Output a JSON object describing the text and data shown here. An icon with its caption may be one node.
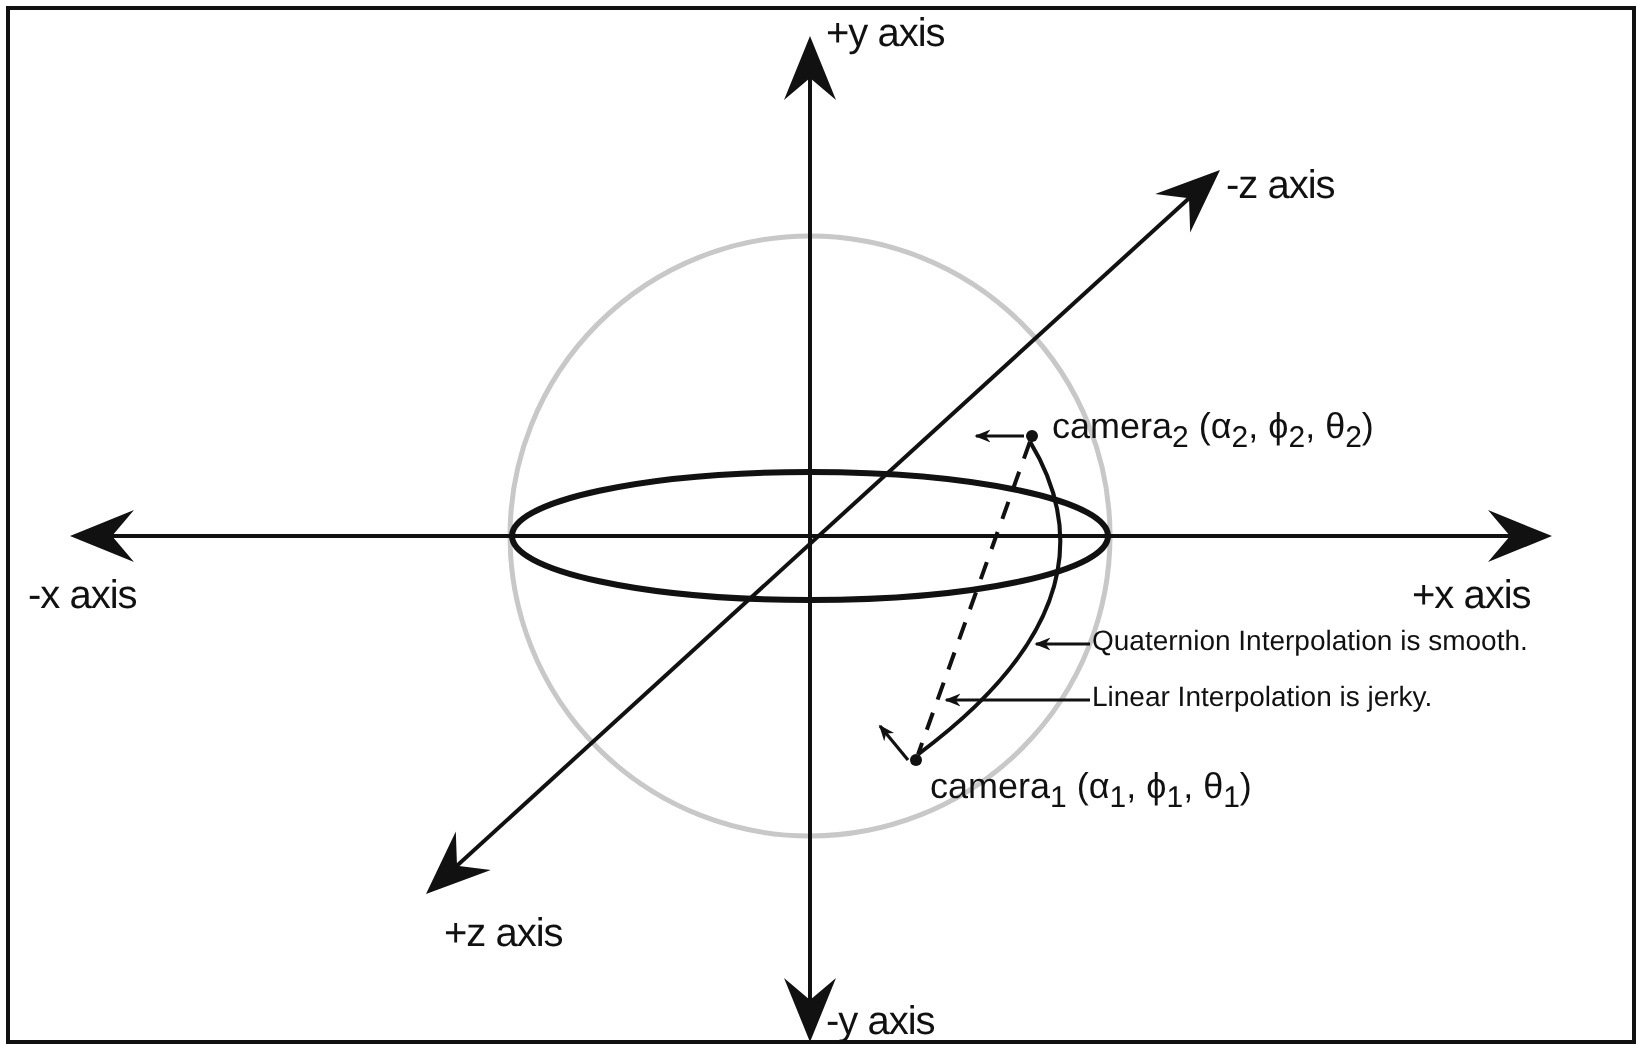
{
  "diagram": {
    "nodes": [
      {
        "text": [],
        "shape": "circle",
        "beside": [
          "camera$_{2}$ (α$_{2}$, ϕ$_{2}$, θ$_{2}$)"
        ]
      },
      {
        "text": [
          "Quaternion Interpolation is smooth."
        ]
      },
      {
        "text": [
          "Linear Interpolation is jerky."
        ]
      },
      {
        "text": [],
        "shape": "circle",
        "beside": [
          "camera$_{1}$ (α$_{1}$, ϕ$_{1}$, θ$_{1}$)"
        ]
      }
    ],
    "edges": [
      {
        "from": 0,
        "to": 3,
        "arrow": "none"
      },
      {
        "from": 0,
        "to": 3,
        "arrow": "none",
        "style": "dashed"
      },
      {
        "from": 1,
        "to": null,
        "arrow": "to"
      },
      {
        "from": 2,
        "to": null,
        "arrow": "to"
      }
    ],
    "labels": [
      "+y axis",
      "-z axis",
      "-x axis",
      "+x axis",
      "+z axis",
      "-y axis"
    ]
  }
}
